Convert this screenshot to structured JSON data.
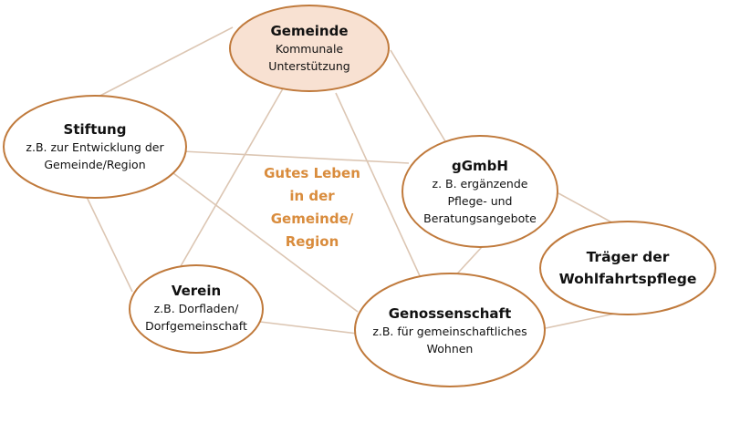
{
  "diagram": {
    "center_label": [
      "Gutes Leben",
      "in der",
      "Gemeinde/",
      "Region"
    ],
    "colors": {
      "node_border": "#c07a3c",
      "highlight_fill": "#f8e1d2",
      "connector": "#dcc6b3",
      "center_text": "#d98c3d"
    },
    "nodes": {
      "gemeinde": {
        "title": "Gemeinde",
        "desc": [
          "Kommunale",
          "Unterstützung"
        ]
      },
      "stiftung": {
        "title": "Stiftung",
        "desc": [
          "z.B. zur Entwicklung der",
          "Gemeinde/Region"
        ]
      },
      "ggmbh": {
        "title": "gGmbH",
        "desc": [
          "z. B. ergänzende",
          "Pflege- und",
          "Beratungsangebote"
        ]
      },
      "traeger": {
        "title": [
          "Träger der",
          "Wohlfahrtspflege"
        ]
      },
      "verein": {
        "title": "Verein",
        "desc": [
          "z.B. Dorfladen/",
          "Dorfgemeinschaft"
        ]
      },
      "genossenschaft": {
        "title": "Genossenschaft",
        "desc": [
          "z.B. für gemeinschaftliches",
          "Wohnen"
        ]
      }
    }
  }
}
